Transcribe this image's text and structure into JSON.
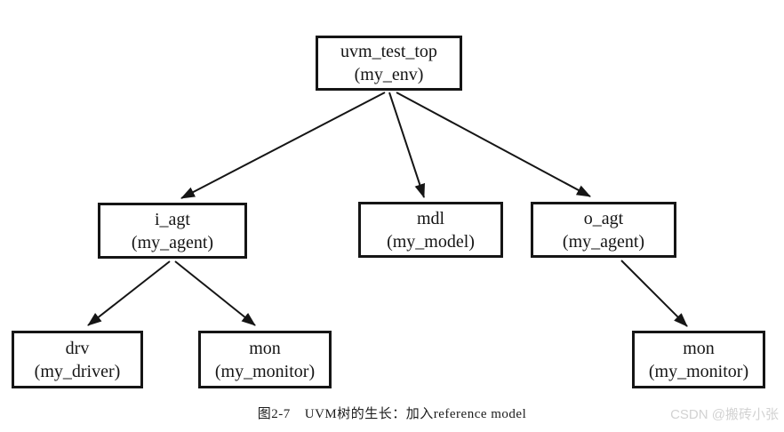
{
  "diagram": {
    "title_hint": "UVM component tree",
    "nodes": [
      {
        "id": "uvm_test_top",
        "line1": "uvm_test_top",
        "line2": "(my_env)"
      },
      {
        "id": "i_agt",
        "line1": "i_agt",
        "line2": "(my_agent)"
      },
      {
        "id": "mdl",
        "line1": "mdl",
        "line2": "(my_model)"
      },
      {
        "id": "o_agt",
        "line1": "o_agt",
        "line2": "(my_agent)"
      },
      {
        "id": "drv",
        "line1": "drv",
        "line2": "(my_driver)"
      },
      {
        "id": "mon_in",
        "line1": "mon",
        "line2": "(my_monitor)"
      },
      {
        "id": "mon_out",
        "line1": "mon",
        "line2": "(my_monitor)"
      }
    ],
    "edges": [
      {
        "from": "uvm_test_top",
        "to": "i_agt"
      },
      {
        "from": "uvm_test_top",
        "to": "mdl"
      },
      {
        "from": "uvm_test_top",
        "to": "o_agt"
      },
      {
        "from": "i_agt",
        "to": "drv"
      },
      {
        "from": "i_agt",
        "to": "mon_in"
      },
      {
        "from": "o_agt",
        "to": "mon_out"
      }
    ]
  },
  "caption": {
    "figure_label": "图2-7",
    "text": "UVM树的生长：加入reference model"
  },
  "watermark": "CSDN @搬砖小张",
  "colors": {
    "line": "#151515",
    "box_border": "#151515",
    "text": "#151515",
    "watermark": "#d2d2d2",
    "background": "#ffffff"
  }
}
